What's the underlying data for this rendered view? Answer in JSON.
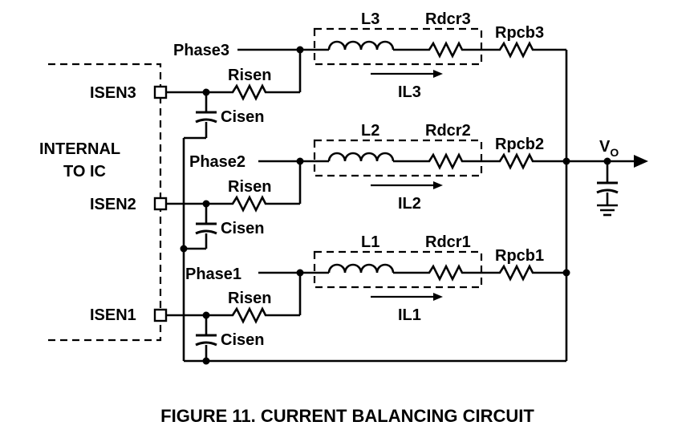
{
  "labels": {
    "internal_line1": "INTERNAL",
    "internal_line2": "TO IC",
    "isen3": "ISEN3",
    "isen2": "ISEN2",
    "isen1": "ISEN1",
    "phase3": "Phase3",
    "phase2": "Phase2",
    "phase1": "Phase1",
    "risen": "Risen",
    "cisen": "Cisen",
    "l3": "L3",
    "l2": "L2",
    "l1": "L1",
    "rdcr3": "Rdcr3",
    "rdcr2": "Rdcr2",
    "rdcr1": "Rdcr1",
    "rpcb3": "Rpcb3",
    "rpcb2": "Rpcb2",
    "rpcb1": "Rpcb1",
    "il3": "IL3",
    "il2": "IL2",
    "il1": "IL1",
    "vo_main": "V",
    "vo_sub": "O"
  },
  "caption": "FIGURE 11.  CURRENT BALANCING CIRCUIT"
}
